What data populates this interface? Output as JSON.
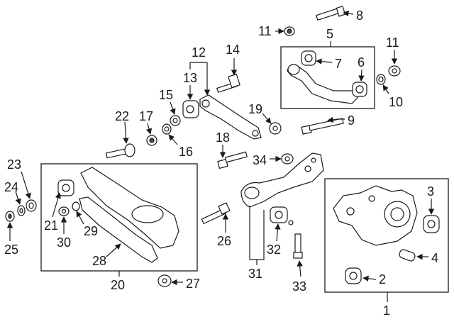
{
  "callouts": {
    "c1": "1",
    "c2": "2",
    "c3": "3",
    "c4": "4",
    "c5": "5",
    "c6": "6",
    "c7": "7",
    "c8": "8",
    "c9": "9",
    "c10": "10",
    "c11a": "11",
    "c11b": "11",
    "c12": "12",
    "c13": "13",
    "c14": "14",
    "c15": "15",
    "c16": "16",
    "c17": "17",
    "c18": "18",
    "c19": "19",
    "c20": "20",
    "c21": "21",
    "c22": "22",
    "c23": "23",
    "c24": "24",
    "c25": "25",
    "c26": "26",
    "c27": "27",
    "c28": "28",
    "c29": "29",
    "c30": "30",
    "c31": "31",
    "c32": "32",
    "c33": "33",
    "c34": "34"
  },
  "colors": {
    "line": "#1a1a1a",
    "background": "#ffffff",
    "shade": "#4a4a4a"
  }
}
